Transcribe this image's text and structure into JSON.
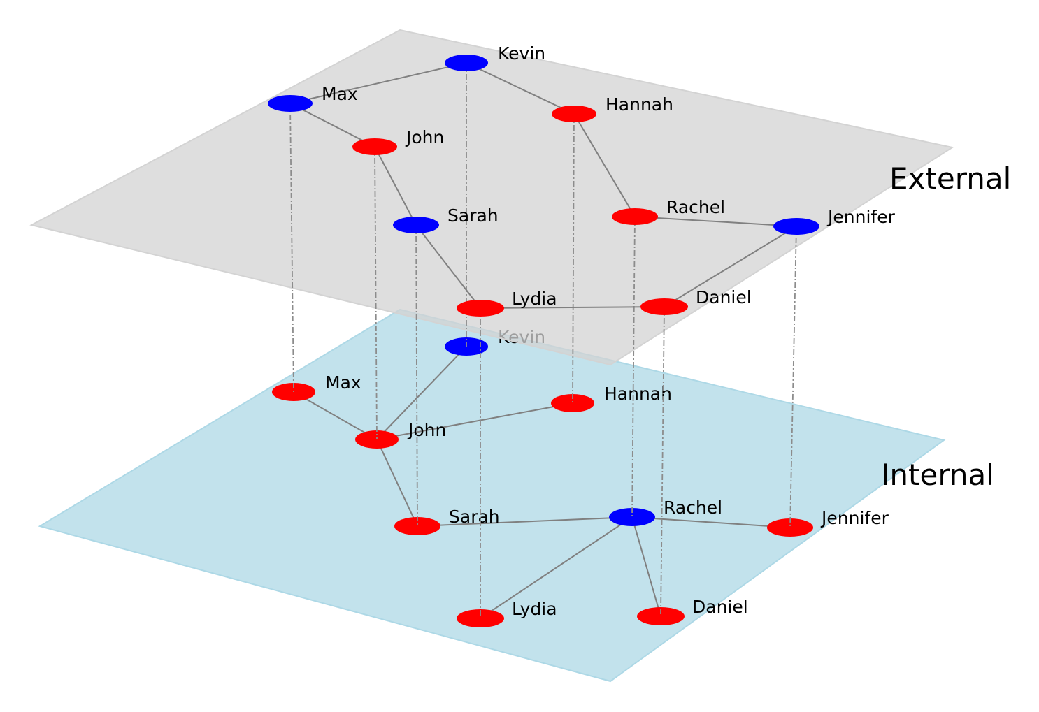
{
  "colors": {
    "external_plane": "#d3d3d3",
    "internal_plane": "#add8e6",
    "edge": "#808080",
    "interlayer": "#8c8c8c",
    "blue_node": "#0000ff",
    "red_node": "#ff0000"
  },
  "layers": [
    {
      "id": "external",
      "name": "External",
      "nodes": [
        {
          "id": "Kevin",
          "label": "Kevin",
          "color": "blue"
        },
        {
          "id": "Max",
          "label": "Max",
          "color": "blue"
        },
        {
          "id": "Hannah",
          "label": "Hannah",
          "color": "red"
        },
        {
          "id": "John",
          "label": "John",
          "color": "red"
        },
        {
          "id": "Sarah",
          "label": "Sarah",
          "color": "blue"
        },
        {
          "id": "Rachel",
          "label": "Rachel",
          "color": "red"
        },
        {
          "id": "Jennifer",
          "label": "Jennifer",
          "color": "blue"
        },
        {
          "id": "Lydia",
          "label": "Lydia",
          "color": "red"
        },
        {
          "id": "Daniel",
          "label": "Daniel",
          "color": "red"
        }
      ],
      "edges": [
        [
          "Max",
          "Kevin"
        ],
        [
          "Kevin",
          "Hannah"
        ],
        [
          "Max",
          "John"
        ],
        [
          "John",
          "Sarah"
        ],
        [
          "Hannah",
          "Rachel"
        ],
        [
          "Rachel",
          "Jennifer"
        ],
        [
          "Sarah",
          "Lydia"
        ],
        [
          "Lydia",
          "Daniel"
        ],
        [
          "Daniel",
          "Jennifer"
        ]
      ]
    },
    {
      "id": "internal",
      "name": "Internal",
      "nodes": [
        {
          "id": "Kevin",
          "label": "Kevin",
          "color": "blue"
        },
        {
          "id": "Max",
          "label": "Max",
          "color": "red"
        },
        {
          "id": "Hannah",
          "label": "Hannah",
          "color": "red"
        },
        {
          "id": "John",
          "label": "John",
          "color": "red"
        },
        {
          "id": "Sarah",
          "label": "Sarah",
          "color": "red"
        },
        {
          "id": "Rachel",
          "label": "Rachel",
          "color": "blue"
        },
        {
          "id": "Jennifer",
          "label": "Jennifer",
          "color": "red"
        },
        {
          "id": "Lydia",
          "label": "Lydia",
          "color": "red"
        },
        {
          "id": "Daniel",
          "label": "Daniel",
          "color": "red"
        }
      ],
      "edges": [
        [
          "Max",
          "John"
        ],
        [
          "John",
          "Kevin"
        ],
        [
          "John",
          "Hannah"
        ],
        [
          "John",
          "Sarah"
        ],
        [
          "Sarah",
          "Rachel"
        ],
        [
          "Rachel",
          "Jennifer"
        ],
        [
          "Rachel",
          "Lydia"
        ],
        [
          "Rachel",
          "Daniel"
        ]
      ]
    }
  ],
  "interlayer_links": [
    "Kevin",
    "Max",
    "Hannah",
    "John",
    "Sarah",
    "Rachel",
    "Jennifer",
    "Lydia",
    "Daniel"
  ]
}
